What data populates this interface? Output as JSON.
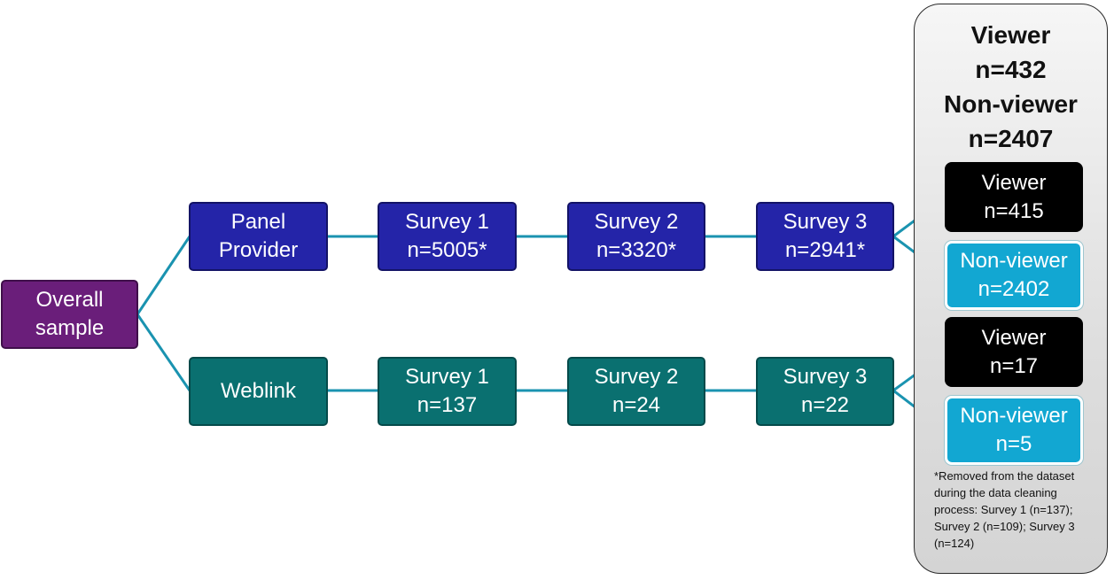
{
  "overall": {
    "line1": "Overall",
    "line2": "sample",
    "color": "#6a1e7a"
  },
  "panel": {
    "color": "#2424a8",
    "provider": {
      "line1": "Panel",
      "line2": "Provider"
    },
    "survey1": {
      "label": "Survey 1",
      "n": "n=5005*"
    },
    "survey2": {
      "label": "Survey 2",
      "n": "n=3320*"
    },
    "survey3": {
      "label": "Survey 3",
      "n": "n=2941*"
    },
    "viewer": {
      "label": "Viewer",
      "n": "n=415"
    },
    "nonviewer": {
      "label": "Non-viewer",
      "n": "n=2402"
    }
  },
  "weblink": {
    "color": "#0a7070",
    "source": {
      "label": "Weblink"
    },
    "survey1": {
      "label": "Survey 1",
      "n": "n=137"
    },
    "survey2": {
      "label": "Survey 2",
      "n": "n=24"
    },
    "survey3": {
      "label": "Survey 3",
      "n": "n=22"
    },
    "viewer": {
      "label": "Viewer",
      "n": "n=17"
    },
    "nonviewer": {
      "label": "Non-viewer",
      "n": "n=5"
    }
  },
  "summary": {
    "viewer_label": "Viewer",
    "viewer_n": "n=432",
    "nonviewer_label": "Non-viewer",
    "nonviewer_n": "n=2407"
  },
  "footnote": "*Removed from the dataset during the data cleaning process: Survey 1 (n=137); Survey 2 (n=109); Survey 3 (n=124)",
  "colors": {
    "connector": "#1a93b0",
    "viewer_box": "#000000",
    "nonviewer_box": "#12a7d2"
  }
}
